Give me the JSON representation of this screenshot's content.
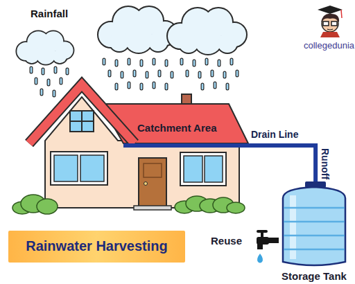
{
  "diagram": {
    "nodes": [
      {
        "text": [
          "Catchment Area"
        ]
      },
      {
        "text": [
          "Storage Tank"
        ]
      },
      {
        "text": [
          "Rainwater Harvesting"
        ]
      }
    ],
    "edges": [
      {
        "from": 0,
        "to": 1,
        "arrow": "none",
        "label": "Drain Line"
      }
    ],
    "labels": [
      "Rainfall",
      "Runoff",
      "Reuse",
      "collegedunia"
    ]
  }
}
